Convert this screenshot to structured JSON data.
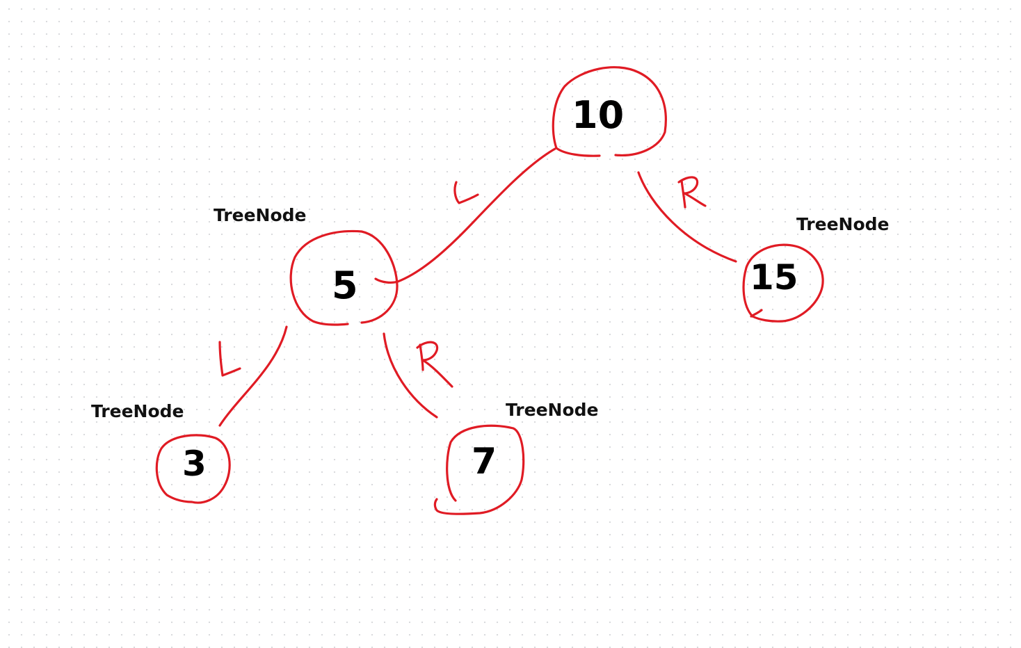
{
  "diagram": {
    "ink_color": "#e01b24",
    "text_color": "#000000",
    "nodes": [
      {
        "id": "root",
        "value": "10",
        "type_label": ""
      },
      {
        "id": "left",
        "value": "5",
        "type_label": "TreeNode"
      },
      {
        "id": "right",
        "value": "15",
        "type_label": "TreeNode"
      },
      {
        "id": "left-left",
        "value": "3",
        "type_label": "TreeNode"
      },
      {
        "id": "left-right",
        "value": "7",
        "type_label": "TreeNode"
      }
    ],
    "edges": [
      {
        "from": "root",
        "to": "left",
        "label": "L"
      },
      {
        "from": "root",
        "to": "right",
        "label": "R"
      },
      {
        "from": "left",
        "to": "left-left",
        "label": "L"
      },
      {
        "from": "left",
        "to": "left-right",
        "label": "R"
      }
    ]
  }
}
